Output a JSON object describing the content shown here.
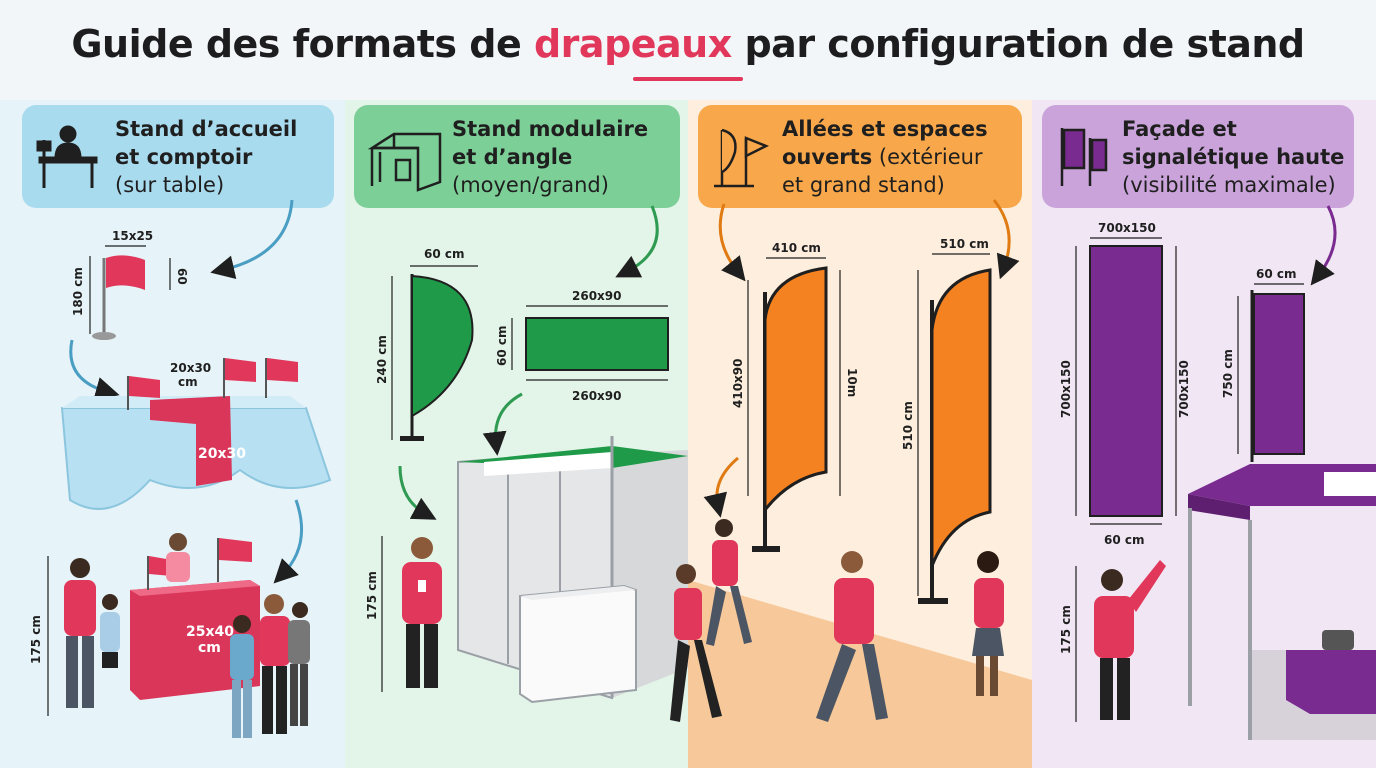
{
  "title": {
    "before": "Guide des formats de ",
    "highlight": "drapeaux",
    "after": " par configuration de stand"
  },
  "colors": {
    "accent": "#e0375a",
    "blue": "#a9dbef",
    "green": "#7dcf98",
    "orange": "#f8a84a",
    "purple": "#c9a3d9"
  },
  "columns": [
    {
      "title_line1": "Stand d’accueil",
      "title_line2": "et comptoir",
      "subtitle": "(sur table)",
      "icon": "reception-desk-icon"
    },
    {
      "title_line1": "Stand modulaire",
      "title_line2": "et d’angle",
      "subtitle": "(moyen/grand)",
      "icon": "modular-booth-icon"
    },
    {
      "title_line1": "Allées et espaces",
      "title_line2": "ouverts",
      "title_line2_sub": " (extérieur",
      "subtitle": "et grand stand)",
      "icon": "beach-flags-icon"
    },
    {
      "title_line1": "Façade et",
      "title_line2": "signalétique haute",
      "subtitle": "(visibilité maximale)",
      "icon": "banner-icon"
    }
  ],
  "labels": {
    "c1_flag_w": "15x25",
    "c1_pole_h": "180 cm",
    "c1_flag_h": "60",
    "c1_table_flag_line1": "20x30",
    "c1_table_flag_line2": "cm",
    "c1_runner": "20x30",
    "c1_counter_line1": "25x40",
    "c1_counter_line2": "cm",
    "c1_person_h": "175 cm",
    "c2_drop_w": "60 cm",
    "c2_drop_h": "240 cm",
    "c2_banner_top": "260x90",
    "c2_banner_side": "60 cm",
    "c2_banner_bottom": "260x90",
    "c2_person_h": "175 cm",
    "c3_flag1_w": "410 cm",
    "c3_flag1_side": "410x90",
    "c3_flag1_h": "10m",
    "c3_flag2_w": "510 cm",
    "c3_flag2_h": "510 cm",
    "c4_tall_top": "700x150",
    "c4_tall_left": "700x150",
    "c4_tall_right": "700x150",
    "c4_tall_bottom": "60 cm",
    "c4_pole_w": "60 cm",
    "c4_pole_h": "750 cm",
    "c4_person_h": "175 cm"
  }
}
